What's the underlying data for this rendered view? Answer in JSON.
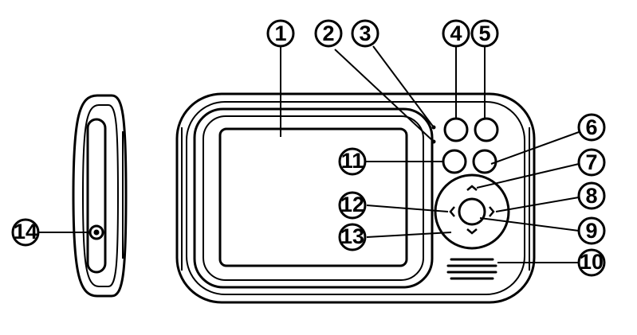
{
  "diagram": {
    "colors": {
      "line": "#000000",
      "background": "#ffffff"
    },
    "callouts": [
      {
        "id": "1",
        "label": "1",
        "points_to": "screen"
      },
      {
        "id": "2",
        "label": "2",
        "points_to": "indicator-light-lower"
      },
      {
        "id": "3",
        "label": "3",
        "points_to": "indicator-light-upper"
      },
      {
        "id": "4",
        "label": "4",
        "points_to": "top-left-button"
      },
      {
        "id": "5",
        "label": "5",
        "points_to": "top-right-button"
      },
      {
        "id": "6",
        "label": "6",
        "points_to": "lower-right-button"
      },
      {
        "id": "7",
        "label": "7",
        "points_to": "dpad-up"
      },
      {
        "id": "8",
        "label": "8",
        "points_to": "dpad-right"
      },
      {
        "id": "9",
        "label": "9",
        "points_to": "center-ok-button"
      },
      {
        "id": "10",
        "label": "10",
        "points_to": "speaker-grille"
      },
      {
        "id": "11",
        "label": "11",
        "points_to": "lower-left-button"
      },
      {
        "id": "12",
        "label": "12",
        "points_to": "dpad-left"
      },
      {
        "id": "13",
        "label": "13",
        "points_to": "dpad-down"
      },
      {
        "id": "14",
        "label": "14",
        "points_to": "side-port"
      }
    ]
  }
}
